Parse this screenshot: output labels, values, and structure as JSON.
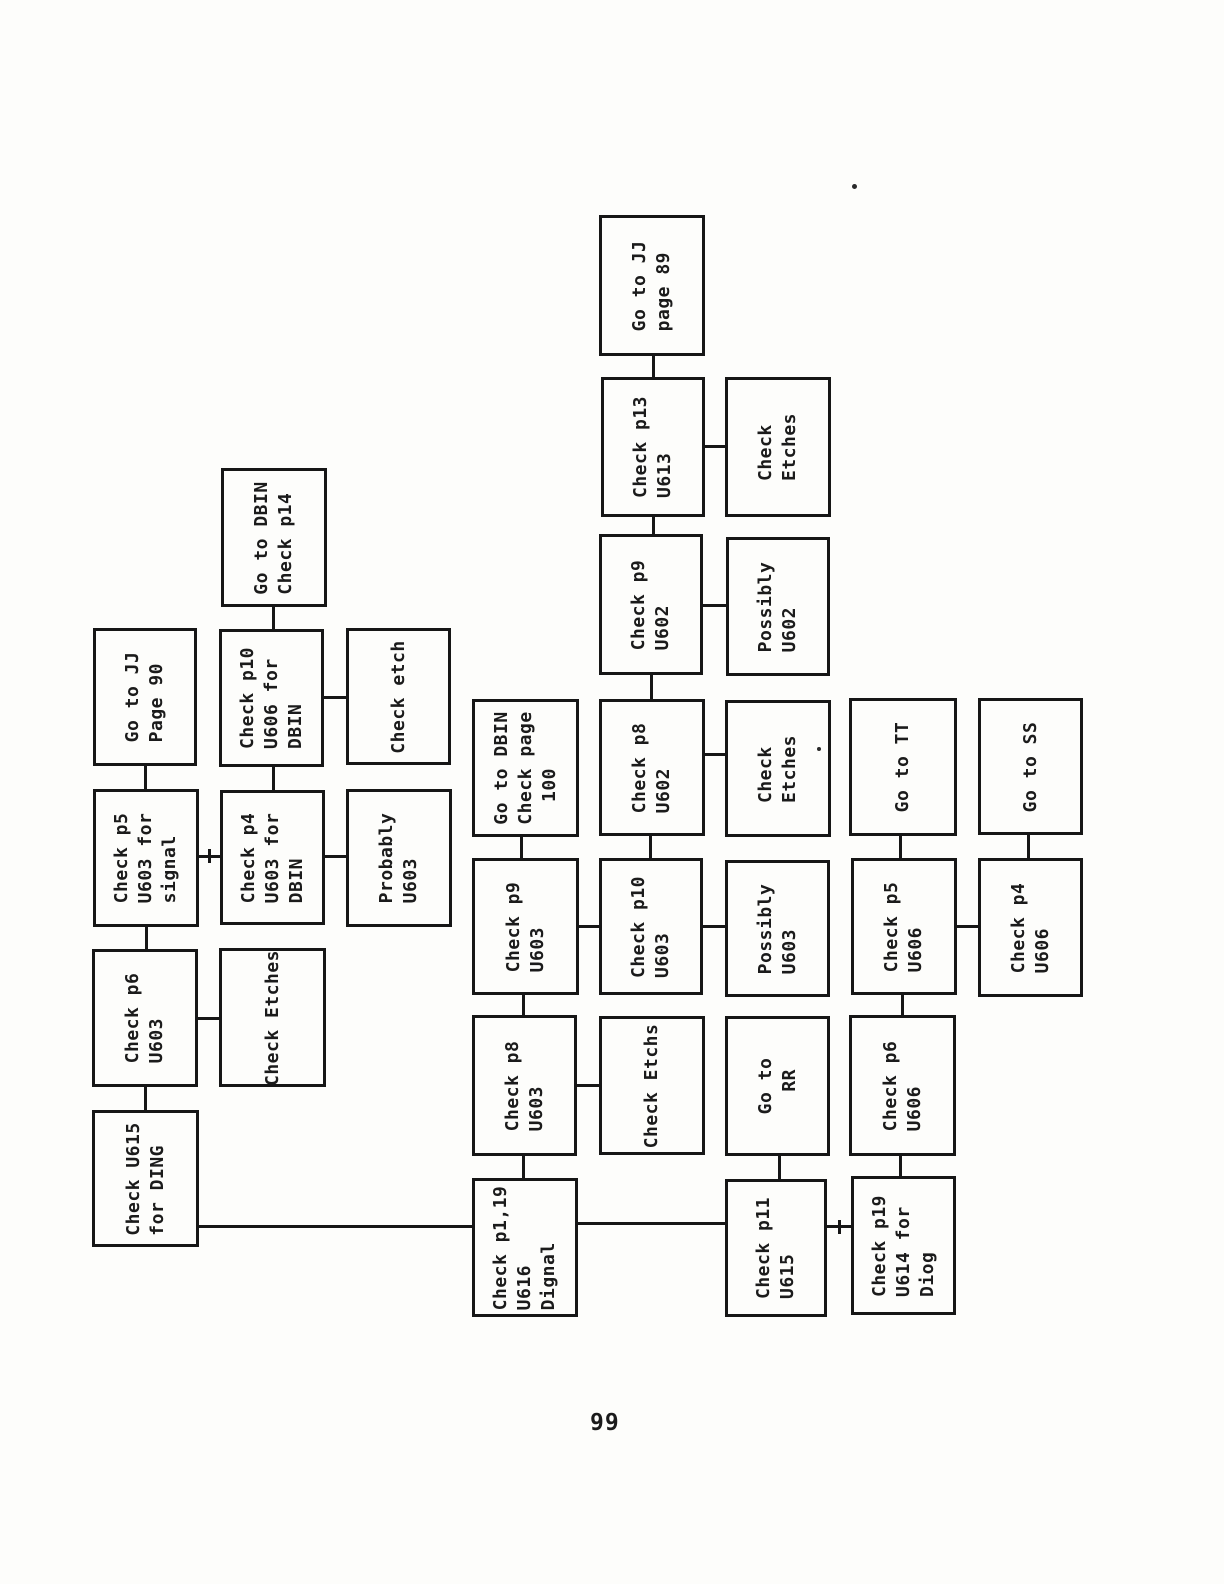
{
  "page": {
    "number": "99"
  },
  "diagram": {
    "ink_color": "#161616",
    "paper_color": "#fdfdfb",
    "text_orientation": "rotated-90-ccw",
    "nodes": [
      {
        "id": "go-to-jj-page-89",
        "text": "Go to JJ\npage 89"
      },
      {
        "id": "check-p13-u613",
        "text": "Check p13\nU613"
      },
      {
        "id": "check-etches-u613",
        "text": "Check\nEtches"
      },
      {
        "id": "check-p9-u602",
        "text": "Check p9\nU602"
      },
      {
        "id": "possibly-u602",
        "text": "Possibly\nU602"
      },
      {
        "id": "go-to-dbin-check-page-100",
        "text": "Go to DBIN\nCheck page\n  100"
      },
      {
        "id": "check-p8-u602",
        "text": "Check p8\nU602"
      },
      {
        "id": "check-etches-u602",
        "text": "Check\nEtches"
      },
      {
        "id": "go-to-tt",
        "text": "Go to TT"
      },
      {
        "id": "go-to-ss",
        "text": "Go to SS"
      },
      {
        "id": "check-p9-u603",
        "text": "Check p9\nU603"
      },
      {
        "id": "check-p10-u603",
        "text": "Check p10\nU603"
      },
      {
        "id": "possibly-u603",
        "text": "Possibly\nU603"
      },
      {
        "id": "check-p5-u606",
        "text": "Check p5\nU606"
      },
      {
        "id": "check-p4-u606",
        "text": "Check p4\nU606"
      },
      {
        "id": "check-p8-u603",
        "text": "Check p8\nU603"
      },
      {
        "id": "check-etchs",
        "text": "Check Etchs"
      },
      {
        "id": "go-to-rr",
        "text": "Go to\n  RR"
      },
      {
        "id": "check-p6-u606",
        "text": "Check p6\nU606"
      },
      {
        "id": "check-p1-19-u616-dignal",
        "text": "Check p1,19\nU616\nDignal"
      },
      {
        "id": "check-p11-u615",
        "text": "Check p11\nU615"
      },
      {
        "id": "check-p19-u614-for-diog",
        "text": "Check p19\nU614 for\nDiog"
      },
      {
        "id": "go-to-dbin-check-p14",
        "text": "Go to DBIN\nCheck p14"
      },
      {
        "id": "go-to-jj-page-90",
        "text": "Go to JJ\nPage 90"
      },
      {
        "id": "check-p10-u606-for-dbin",
        "text": "Check p10\nU606 for\nDBIN"
      },
      {
        "id": "check-etch",
        "text": "Check etch"
      },
      {
        "id": "check-p5-u603-for-signal",
        "text": "Check p5\nU603 for\nsignal"
      },
      {
        "id": "check-p4-u603-for-dbin",
        "text": "Check p4\nU603 for\nDBIN"
      },
      {
        "id": "probably-u603",
        "text": "Probably\nU603"
      },
      {
        "id": "check-p6-u603",
        "text": "Check p6\nU603"
      },
      {
        "id": "check-etches-u603",
        "text": "Check Etches"
      },
      {
        "id": "check-u615-for-ding",
        "text": "Check U615\nfor DING"
      }
    ],
    "edges": [
      [
        "go-to-jj-page-89",
        "check-p13-u613"
      ],
      [
        "check-p13-u613",
        "check-etches-u613"
      ],
      [
        "check-p13-u613",
        "check-p9-u602"
      ],
      [
        "check-p9-u602",
        "possibly-u602"
      ],
      [
        "check-p9-u602",
        "check-p8-u602"
      ],
      [
        "check-p8-u602",
        "check-etches-u602"
      ],
      [
        "check-p8-u602",
        "check-p10-u603"
      ],
      [
        "go-to-dbin-check-page-100",
        "check-p9-u603"
      ],
      [
        "check-p9-u603",
        "check-p10-u603"
      ],
      [
        "check-p10-u603",
        "possibly-u603"
      ],
      [
        "check-p9-u603",
        "check-p8-u603"
      ],
      [
        "check-p8-u603",
        "check-etchs"
      ],
      [
        "check-p8-u603",
        "check-p1-19-u616-dignal"
      ],
      [
        "go-to-rr",
        "check-p11-u615"
      ],
      [
        "go-to-tt",
        "check-p5-u606"
      ],
      [
        "go-to-ss",
        "check-p4-u606"
      ],
      [
        "check-p5-u606",
        "check-p4-u606"
      ],
      [
        "check-p5-u606",
        "check-p6-u606"
      ],
      [
        "check-p6-u606",
        "check-p19-u614-for-diog"
      ],
      [
        "check-u615-for-ding",
        "check-p1-19-u616-dignal"
      ],
      [
        "check-p1-19-u616-dignal",
        "check-p11-u615"
      ],
      [
        "check-p11-u615",
        "check-p19-u614-for-diog"
      ],
      [
        "go-to-dbin-check-p14",
        "check-p10-u606-for-dbin"
      ],
      [
        "check-p10-u606-for-dbin",
        "check-etch"
      ],
      [
        "check-p10-u606-for-dbin",
        "check-p4-u603-for-dbin"
      ],
      [
        "go-to-jj-page-90",
        "check-p5-u603-for-signal"
      ],
      [
        "check-p5-u603-for-signal",
        "check-p4-u603-for-dbin"
      ],
      [
        "check-p4-u603-for-dbin",
        "probably-u603"
      ],
      [
        "check-p5-u603-for-signal",
        "check-p6-u603"
      ],
      [
        "check-p6-u603",
        "check-etches-u603"
      ],
      [
        "check-p6-u603",
        "check-u615-for-ding"
      ]
    ]
  }
}
